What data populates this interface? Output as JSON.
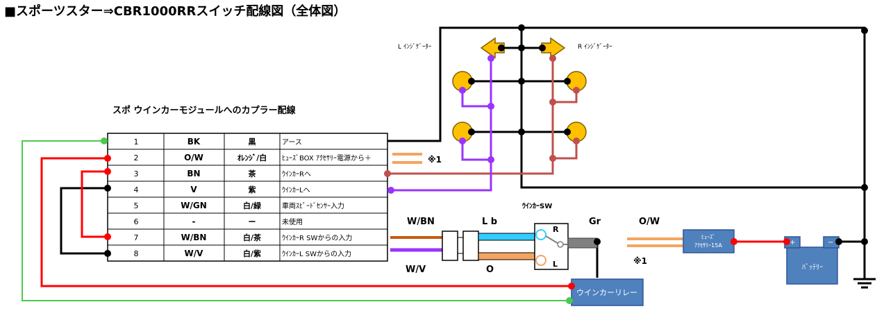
{
  "title": "■スポーツスター⇒CBR1000RRスイッチ配線図（全体図）",
  "coupler_title": "スポ ウインカーモジュールへのカプラー配線",
  "coupler_rows": [
    {
      "pin": "1",
      "code": "BK",
      "color_jp": "黒",
      "desc": "アース"
    },
    {
      "pin": "2",
      "code": "O/W",
      "color_jp": "ｵﾚﾝｼﾞ/白",
      "desc": "ﾋｭｰｽﾞBOX ｱｸｾｻﾘｰ電源から＋"
    },
    {
      "pin": "3",
      "code": "BN",
      "color_jp": "茶",
      "desc": "ｳｲﾝｶｰRへ"
    },
    {
      "pin": "4",
      "code": "V",
      "color_jp": "紫",
      "desc": "ｳｲﾝｶｰLへ"
    },
    {
      "pin": "5",
      "code": "W/GN",
      "color_jp": "白/緑",
      "desc": "車両ｽﾋﾟｰﾄﾞｾﾝｻｰ入力"
    },
    {
      "pin": "6",
      "code": "-",
      "color_jp": "ー",
      "desc": "未使用"
    },
    {
      "pin": "7",
      "code": "W/BN",
      "color_jp": "白/茶",
      "desc": "ｳｲﾝｶｰR SWからの入力"
    },
    {
      "pin": "8",
      "code": "W/V",
      "color_jp": "白/紫",
      "desc": "ｳｲﾝｶｰL SWからの入力"
    }
  ],
  "labels": {
    "l_indicator": "L ｲﾝｼﾞｹﾞｰﾀｰ",
    "r_indicator": "R ｲﾝｼﾞｹﾞｰﾀｰ",
    "note1": "※1",
    "note1b": "※1",
    "winker_sw": "ｳｲﾝｶｰSW",
    "sw_r": "R",
    "sw_l": "L",
    "w_bn": "W/BN",
    "w_v": "W/V",
    "lb": "L b",
    "o": "O",
    "gr": "Gr",
    "ow": "O/W",
    "fuse_line1": "ﾋｭｰｽﾞ",
    "fuse_line2": "ｱｸｾｻﾘｰ15A",
    "battery": "ﾊﾞｯﾃﾘｰ",
    "batt_plus": "+",
    "batt_minus": "−",
    "relay": "ウインカーリレー"
  },
  "colors": {
    "black": "#000000",
    "red": "#ff0000",
    "green": "#4cc94c",
    "brown": "#c0504d",
    "purple": "#9933ff",
    "orange": "#f4a460",
    "blue_box": "#4f81bd",
    "lightblue": "#33ccff",
    "gray": "#808080",
    "yellow": "#ffc000"
  }
}
